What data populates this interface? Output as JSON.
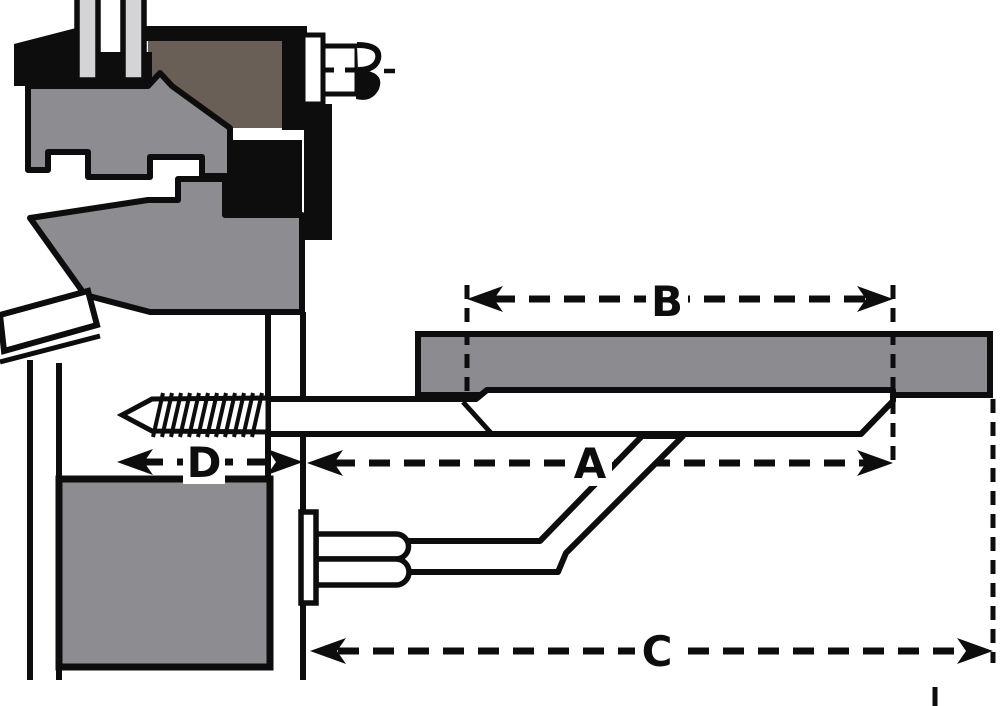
{
  "diagram": {
    "description_labels": {
      "a": "A",
      "b": "B",
      "c": "C",
      "d": "D"
    },
    "colors": {
      "outline_black": "#0d0d0d",
      "profile_gray": "#8d8d91",
      "track_gray": "#8c8c90",
      "block_gray": "#8d8d91",
      "glass_gray": "#d4d4d7",
      "gasket_brown": "#6a5f57",
      "background_white": "#ffffff"
    }
  }
}
